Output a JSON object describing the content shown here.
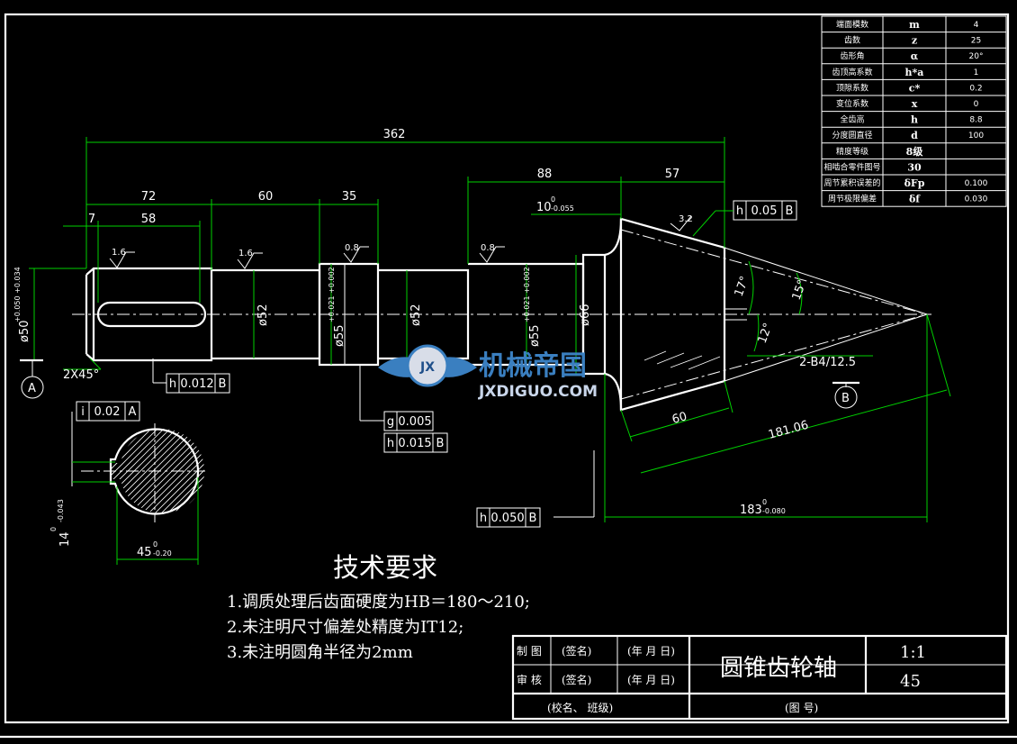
{
  "param_table": [
    {
      "name": "端面模数",
      "symbol": "m",
      "value": "4"
    },
    {
      "name": "齿数",
      "symbol": "z",
      "value": "25"
    },
    {
      "name": "齿形角",
      "symbol": "α",
      "value": "20°"
    },
    {
      "name": "齿顶高系数",
      "symbol": "h*a",
      "value": "1"
    },
    {
      "name": "顶隙系数",
      "symbol": "c*",
      "value": "0.2"
    },
    {
      "name": "变位系数",
      "symbol": "x",
      "value": "0"
    },
    {
      "name": "全齿高",
      "symbol": "h",
      "value": "8.8"
    },
    {
      "name": "分度圆直径",
      "symbol": "d",
      "value": "100"
    },
    {
      "name": "精度等级",
      "symbol": "8级",
      "value": ""
    },
    {
      "name": "相啮合零件图号",
      "symbol": "30",
      "value": ""
    },
    {
      "name": "周节累积误差的",
      "symbol": "δFp",
      "value": "0.100"
    },
    {
      "name": "周节极限偏差",
      "symbol": "δf",
      "value": "0.030"
    }
  ],
  "dims": {
    "total": "362",
    "d88": "88",
    "d57": "57",
    "d72": "72",
    "d60": "60",
    "d35": "35",
    "d7": "7",
    "d58": "58",
    "tol10": "10",
    "tol10_sup": "0",
    "tol10_sub": "-0.055",
    "d60b": "60",
    "d181": "181.06",
    "d183": "183",
    "d183_sup": "0",
    "d183_sub": "-0.080",
    "d45": "45",
    "d45_sup": "0",
    "d45_sub": "-0.20",
    "d14": "14",
    "d14_sup": "0",
    "d14_sub": "-0.043",
    "dia50": "ø50",
    "dia50_tol": "+0.050 +0.034",
    "dia52a": "ø52",
    "dia55a": "ø55",
    "dia55a_tol": "+0.021 +0.002",
    "dia52b": "ø52",
    "dia55b": "ø55",
    "dia55b_tol": "+0.021 +0.002",
    "dia66": "ø66",
    "chamfer": "2X45°",
    "center_hole": "2-B4/12.5",
    "ang17": "17°",
    "ang15": "15°",
    "ang12": "12°"
  },
  "rough": {
    "r1": "1.6",
    "r2": "1.6",
    "r3": "0.8",
    "r4": "0.8",
    "r5": "3.2"
  },
  "gtol": [
    {
      "sym": "h",
      "val": "0.05",
      "ref": "B"
    },
    {
      "sym": "h",
      "val": "0.012",
      "ref": "B"
    },
    {
      "sym": "g",
      "val": "0.005",
      "ref": ""
    },
    {
      "sym": "h",
      "val": "0.015",
      "ref": "B"
    },
    {
      "sym": "i",
      "val": "0.02",
      "ref": "A"
    },
    {
      "sym": "h",
      "val": "0.050",
      "ref": "B"
    }
  ],
  "datums": {
    "a": "A",
    "b": "B"
  },
  "watermark": {
    "cn": "机械帝国",
    "en": "JXDIGUO.COM",
    "badge": "JX"
  },
  "requirements": {
    "title": "技术要求",
    "items": [
      "1.调质处理后齿面硬度为HB＝180～210;",
      "2.未注明尺寸偏差处精度为IT12;",
      "3.未注明圆角半径为2mm"
    ]
  },
  "title_block": {
    "draw": "制 图",
    "check": "审 核",
    "sign": "(签名)",
    "date": "(年 月 日)",
    "part": "圆锥齿轮轴",
    "scale": "1:1",
    "material": "45",
    "school": "(校名、   班级)",
    "drawing_no": "(图        号)"
  },
  "colors": {
    "background": "#000000",
    "line": "#ffffff",
    "dimension": "#00d000",
    "watermark": "#3a7fc0"
  }
}
